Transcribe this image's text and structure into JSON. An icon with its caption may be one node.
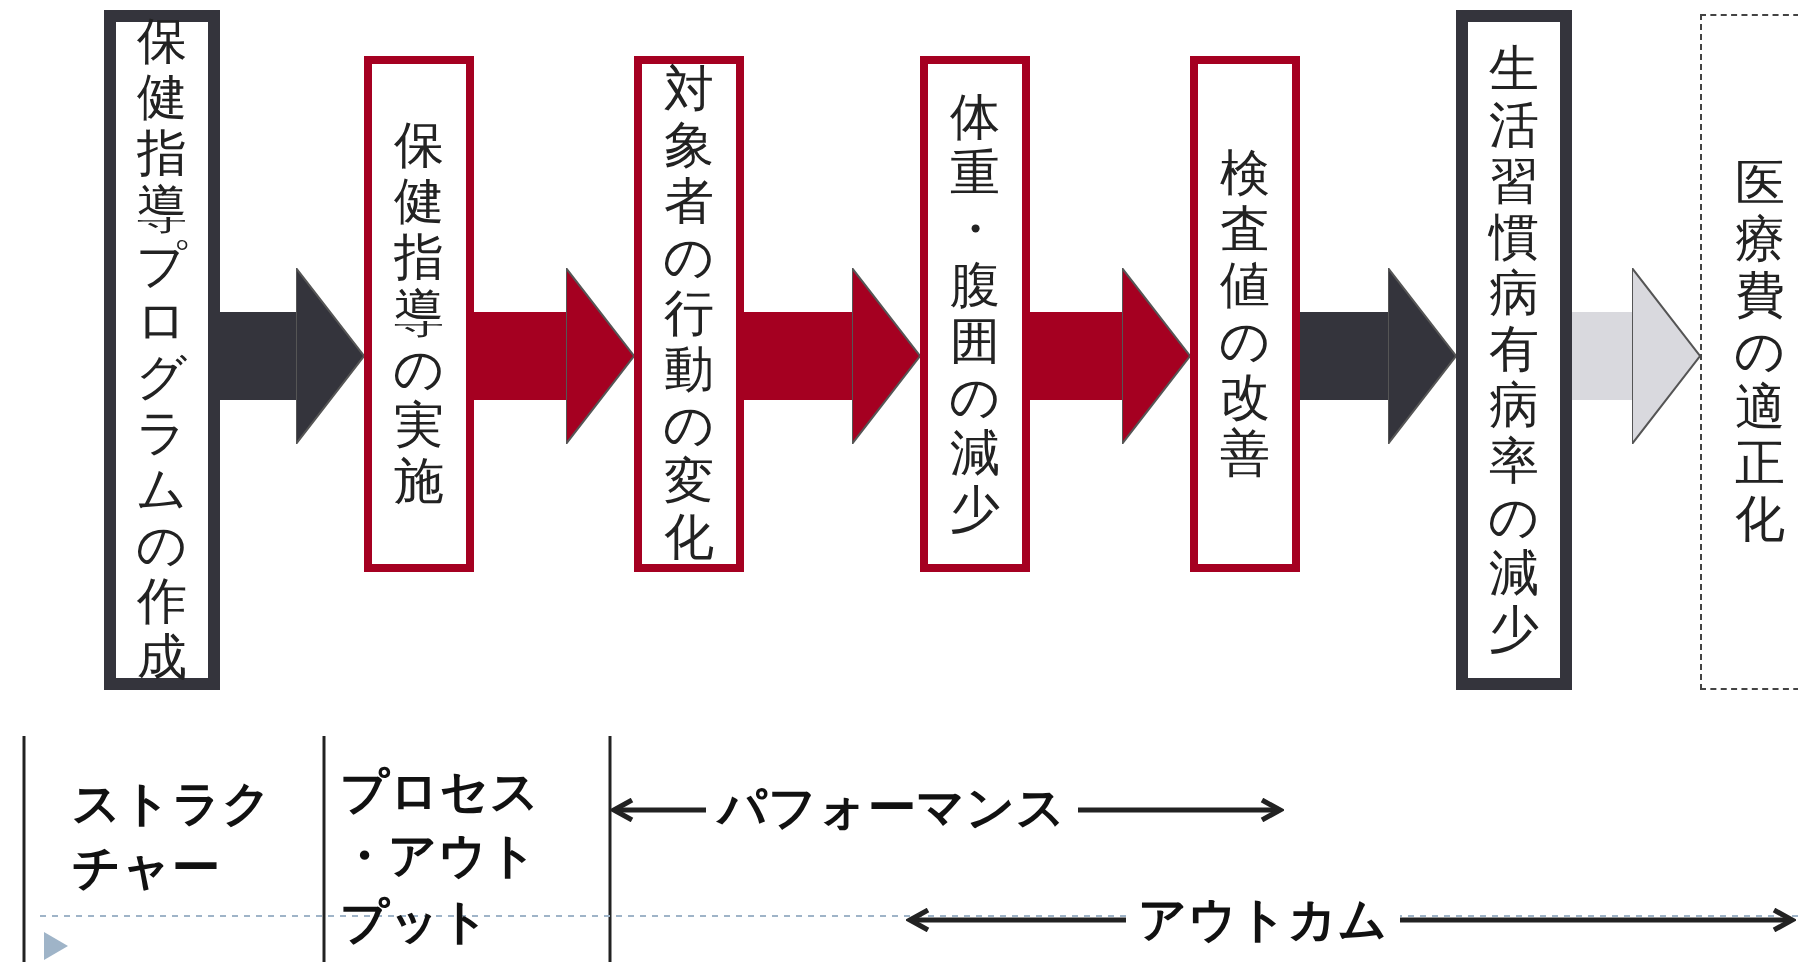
{
  "diagram": {
    "nodes": [
      {
        "text": [
          "保健指導プログラムの作成"
        ]
      },
      {
        "text": [
          "保健指導の実施"
        ]
      },
      {
        "text": [
          "対象者の行動の変化"
        ]
      },
      {
        "text": [
          "体重・腹囲の減少"
        ]
      },
      {
        "text": [
          "検査値の改善"
        ]
      },
      {
        "text": [
          "生活習慣病有病率の減少"
        ]
      },
      {
        "text": [
          "医療費の適正化"
        ]
      }
    ],
    "edges": [
      {
        "from": 0,
        "to": 1,
        "arrow": "to",
        "color": "#34343c"
      },
      {
        "from": 1,
        "to": 2,
        "arrow": "to"
      },
      {
        "from": 2,
        "to": 3,
        "arrow": "to"
      },
      {
        "from": 3,
        "to": 4,
        "arrow": "to"
      },
      {
        "from": 4,
        "to": 5,
        "arrow": "to",
        "color": "#34343c"
      },
      {
        "from": 5,
        "to": 6,
        "arrow": "to",
        "color": "#d9d9de"
      }
    ],
    "labels": [
      "ストラクチャー",
      "プロセス・アウトプット",
      "パフォーマンス",
      "アウトカム"
    ]
  }
}
